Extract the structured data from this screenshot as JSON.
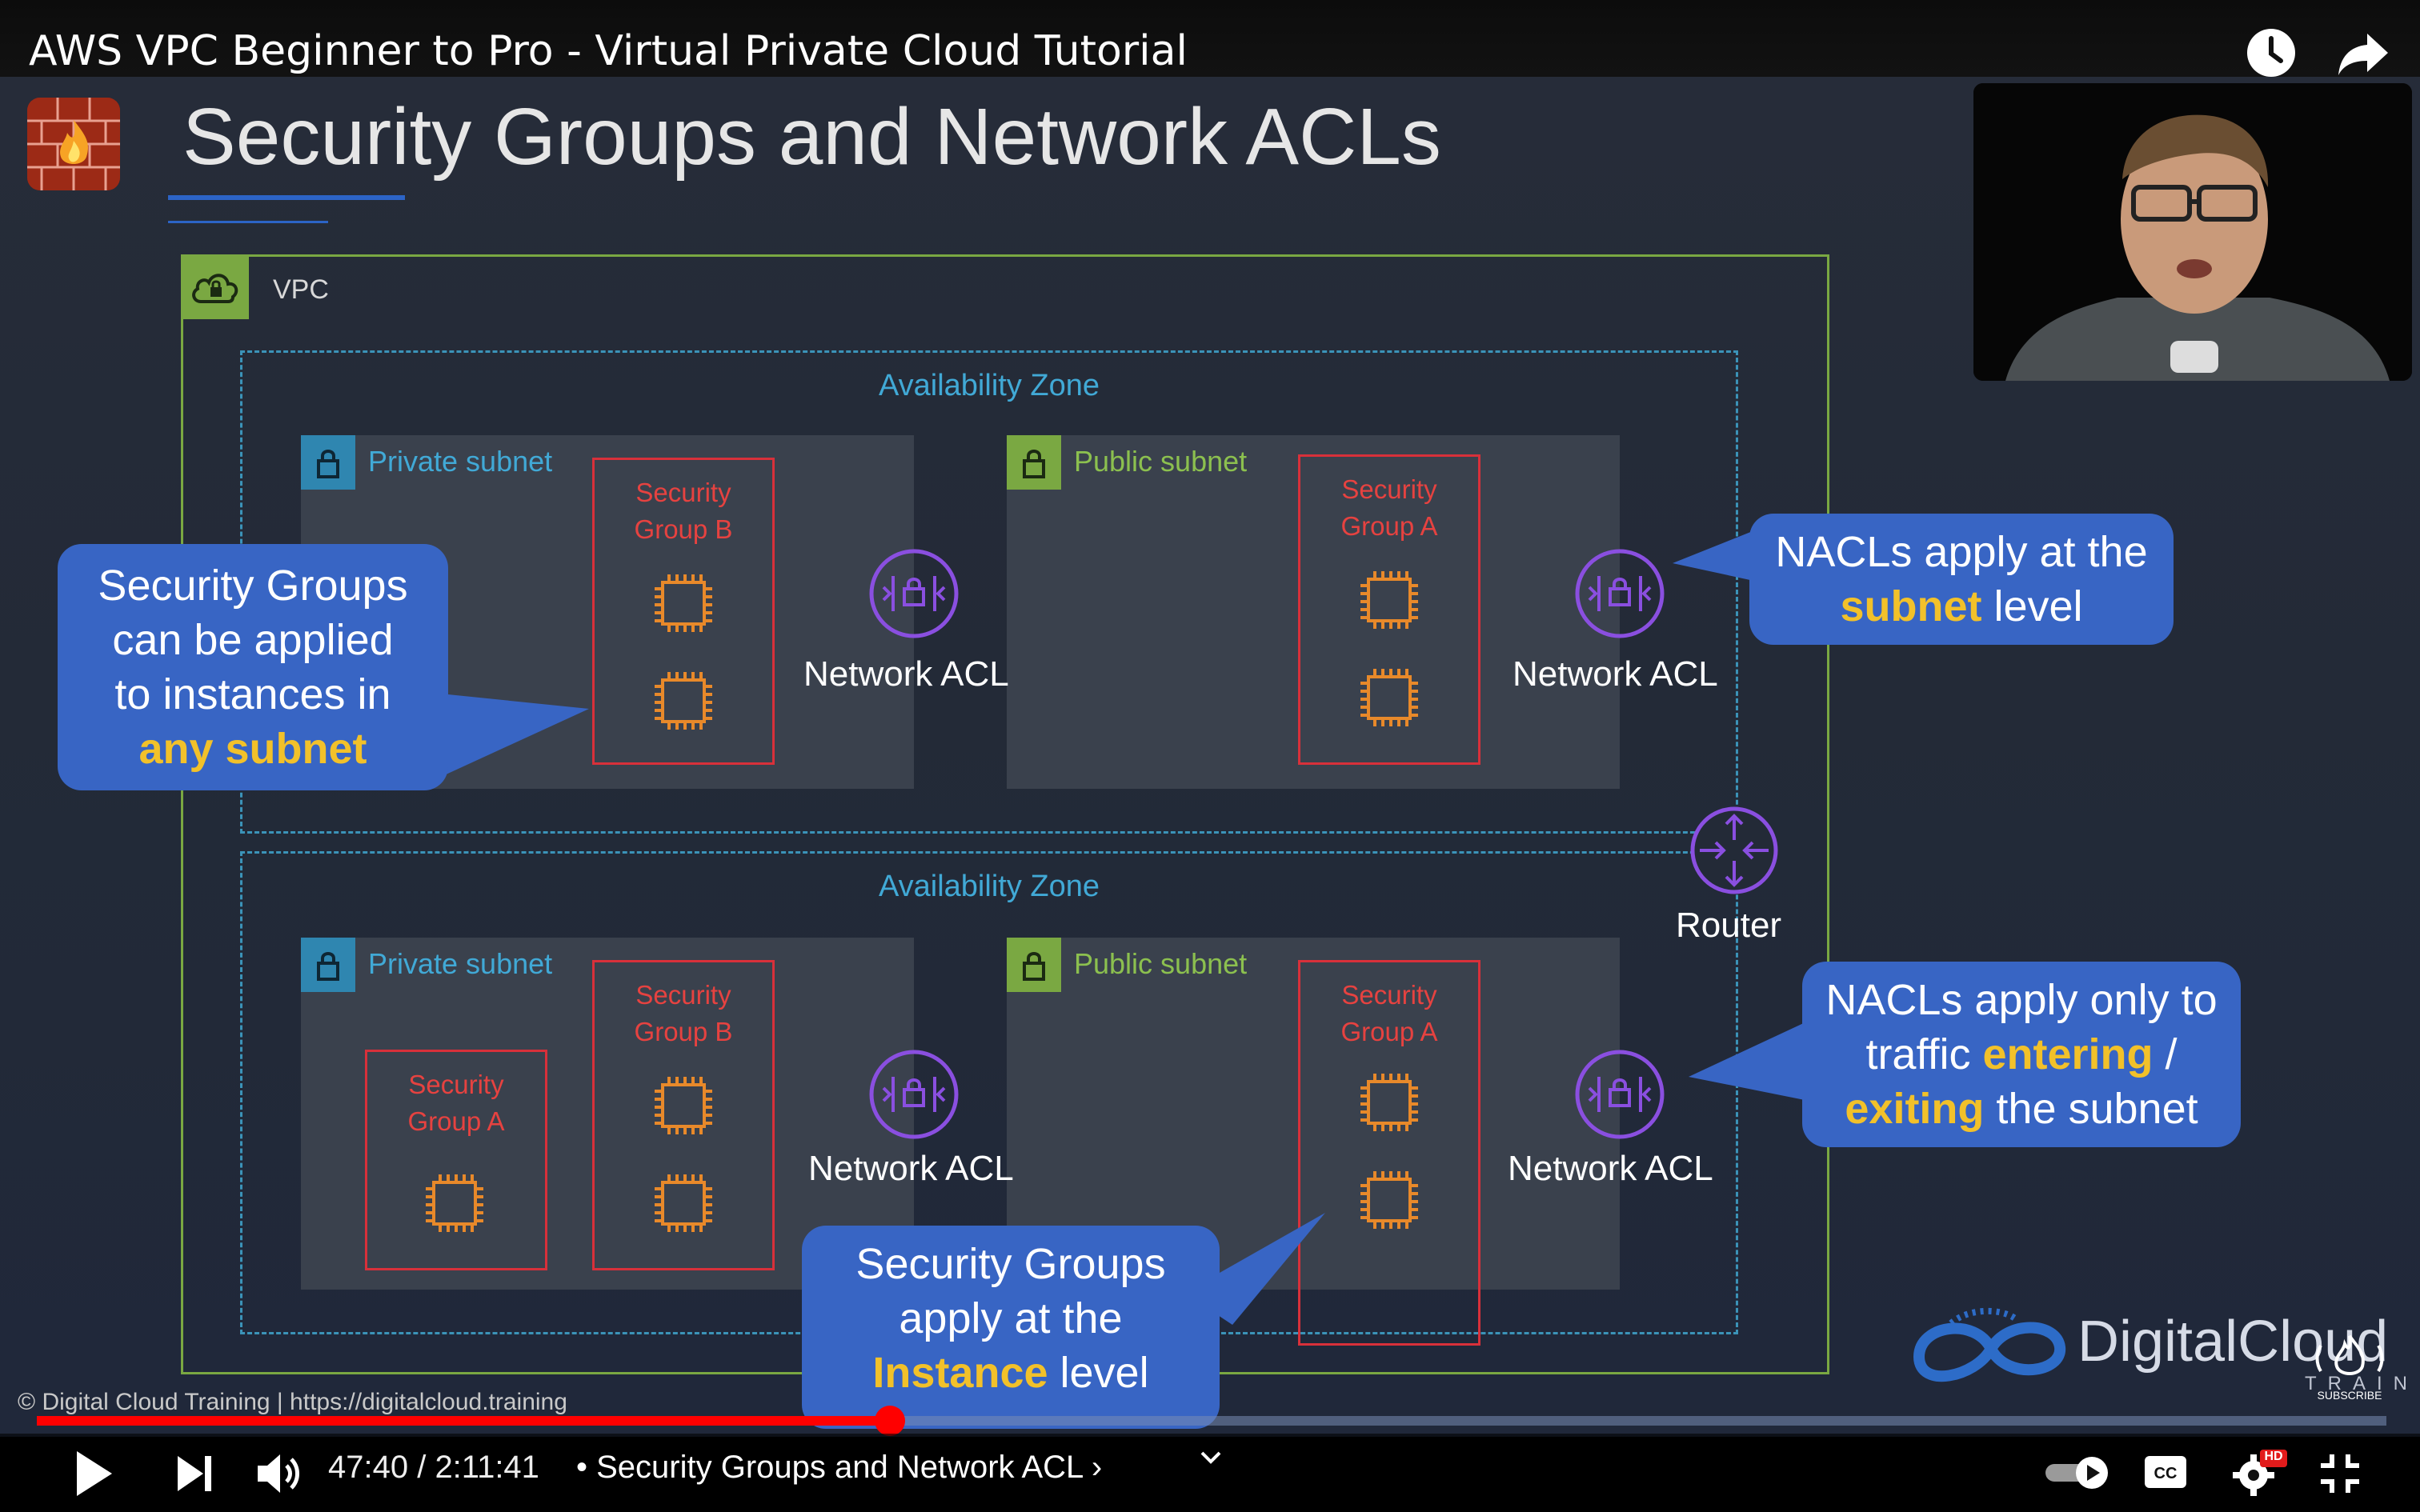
{
  "header": {
    "video_title": "AWS VPC Beginner to Pro - Virtual Private Cloud Tutorial"
  },
  "slide": {
    "title": "Security Groups and Network ACLs",
    "vpc_label": "VPC",
    "zones": [
      {
        "label": "Availability Zone",
        "private_subnet": {
          "label": "Private subnet",
          "groups": [
            "Security Group B"
          ]
        },
        "public_subnet": {
          "label": "Public subnet",
          "groups": [
            "Security Group A"
          ]
        },
        "nacl_private": "Network ACL",
        "nacl_public": "Network ACL"
      },
      {
        "label": "Availability Zone",
        "private_subnet": {
          "label": "Private subnet",
          "groups": [
            "Security Group A",
            "Security Group B"
          ]
        },
        "public_subnet": {
          "label": "Public subnet",
          "groups": [
            "Security Group A"
          ]
        },
        "nacl_private": "Network ACL",
        "nacl_public": "Network ACL"
      }
    ],
    "sg_text": {
      "line1": "Security",
      "group_a": "Group A",
      "group_b": "Group B"
    },
    "router_label": "Router",
    "callouts": {
      "sg_any_subnet": {
        "l1": "Security Groups",
        "l2": "can be applied",
        "l3": "to instances in",
        "hl": "any subnet"
      },
      "nacl_subnet_level": {
        "l1": "NACLs apply at the",
        "hl": "subnet",
        "rest": " level"
      },
      "nacl_entering": {
        "l1": "NACLs apply only to",
        "pre": "traffic ",
        "hl1": "entering",
        "post": " /",
        "hl2": "exiting",
        "rest": " the subnet"
      },
      "sg_instance": {
        "l1": "Security Groups",
        "l2": "apply at the",
        "hl": "Instance",
        "rest": " level"
      }
    },
    "brand": {
      "name": "DigitalCloud",
      "sub": "TRAINING",
      "subscribe": "SUBSCRIBE"
    },
    "copyright": "© Digital Cloud Training  |  https://digitalcloud.training"
  },
  "player": {
    "time": "47:40 / 2:11:41",
    "chapter": "• Security Groups and Network ACL ›",
    "progress": 0.363,
    "hd_badge": "HD"
  },
  "colors": {
    "vpc_green": "#7aa842",
    "az_blue": "#3b93b8",
    "sg_red": "#d8303a",
    "chip_orange": "#e8892a",
    "nacl_purple": "#8a4fe0",
    "callout_blue": "#3865c4",
    "highlight_yellow": "#f2c12a",
    "progress_red": "#ff0000"
  }
}
